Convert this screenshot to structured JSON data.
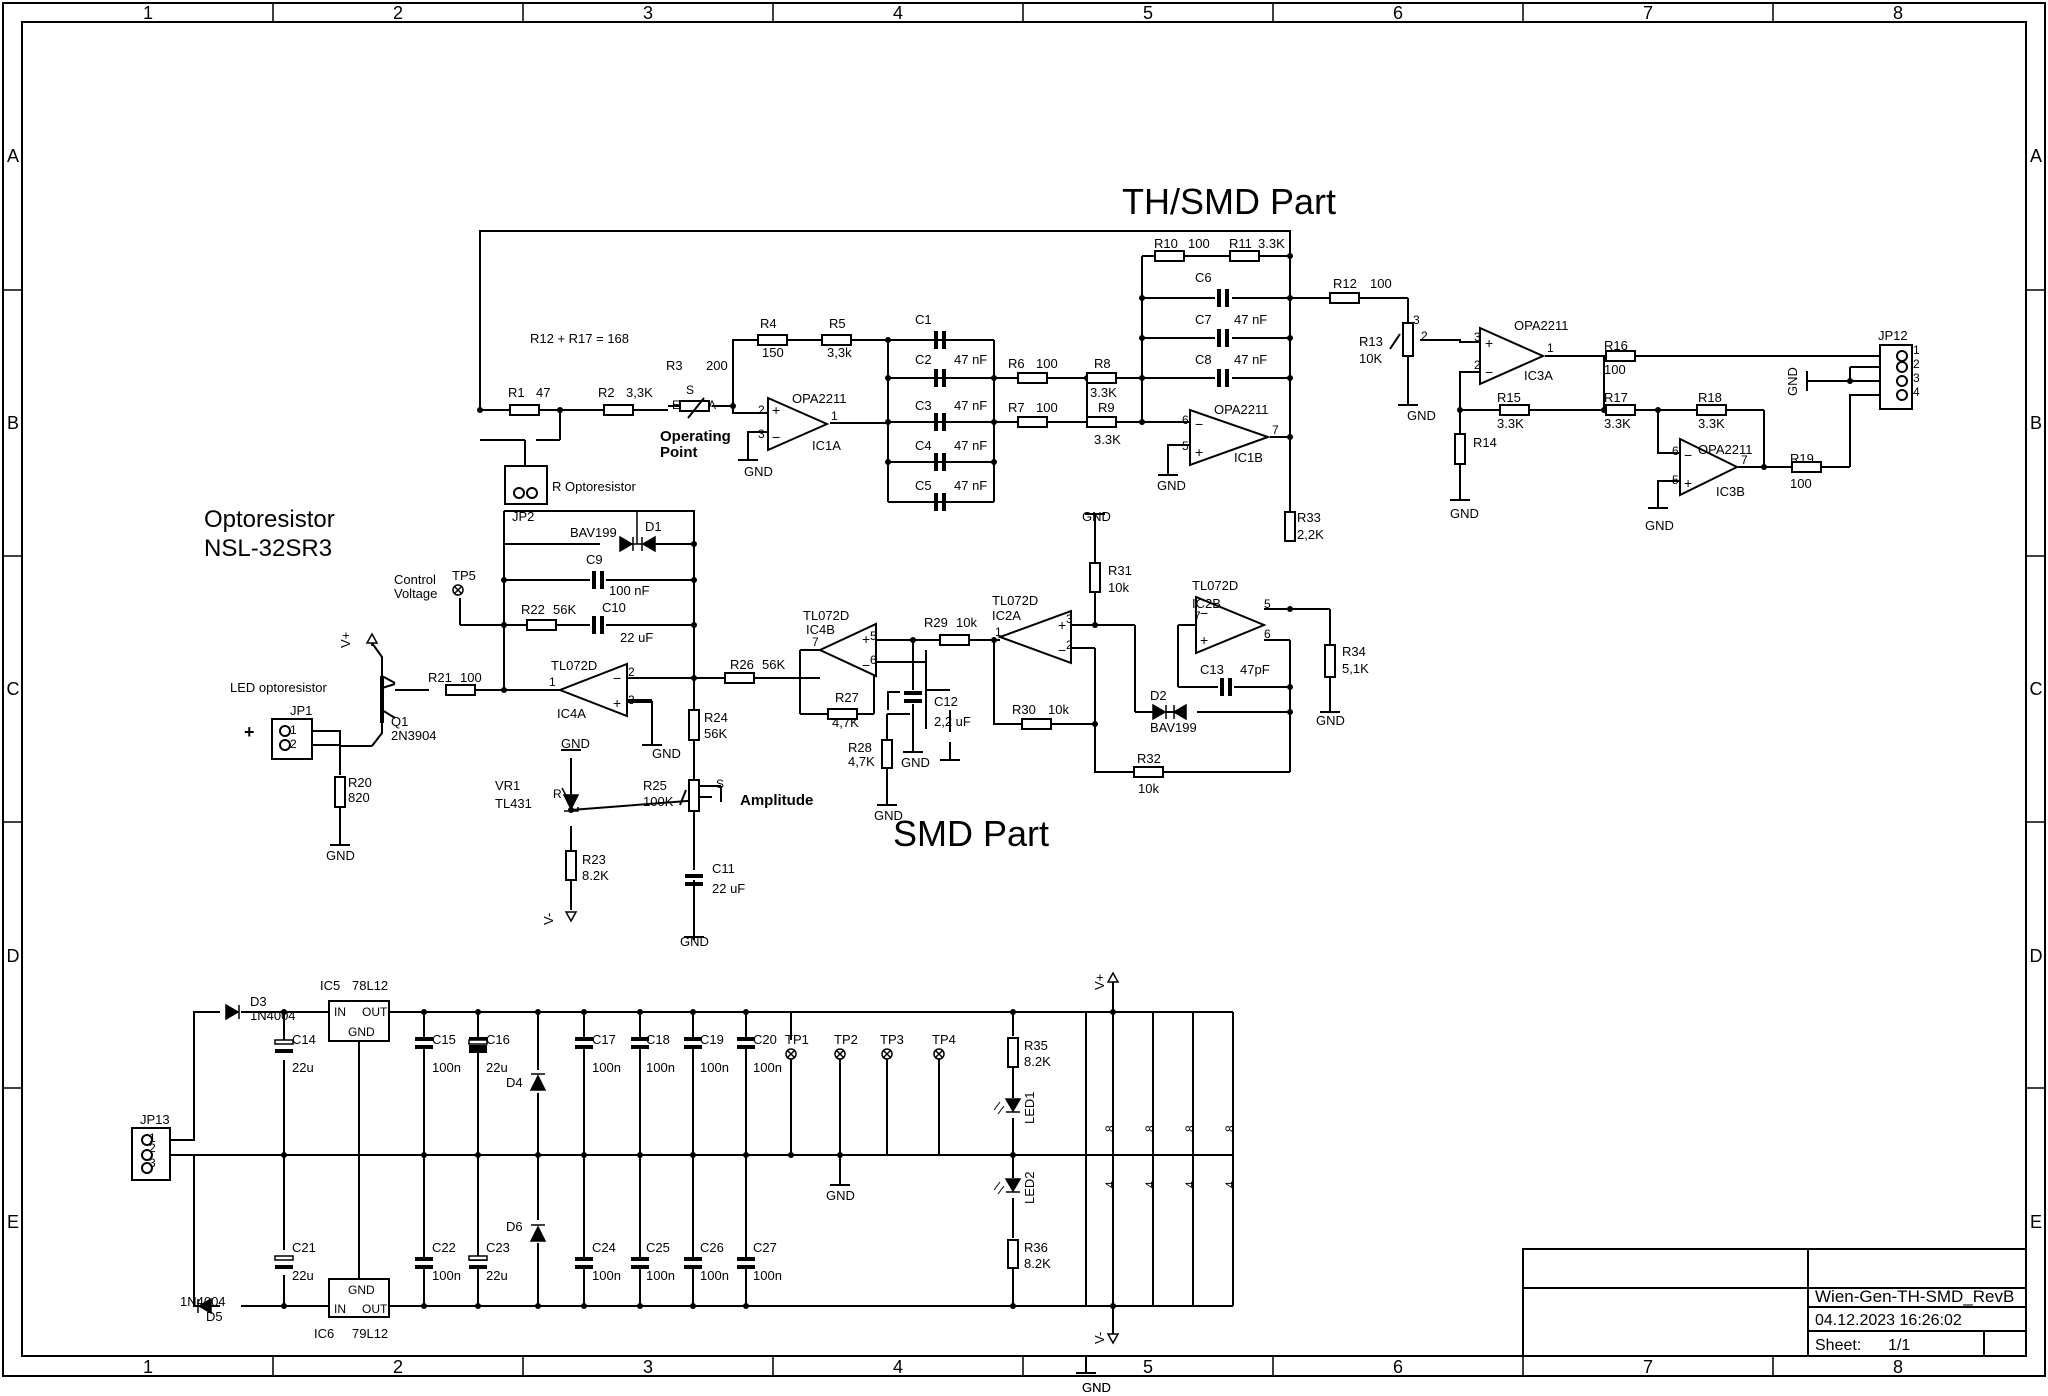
{
  "frame": {
    "columns": [
      "1",
      "2",
      "3",
      "4",
      "5",
      "6",
      "7",
      "8"
    ],
    "rows": [
      "A",
      "B",
      "C",
      "D",
      "E"
    ]
  },
  "headings": {
    "th_smd": "TH/SMD Part",
    "smd": "SMD Part",
    "opto_line1": "Optoresistor",
    "opto_line2": "NSL-32SR3"
  },
  "notes": {
    "r12_r17": "R12 + R17 = 168",
    "operating_point_1": "Operating",
    "operating_point_2": "Point",
    "amplitude": "Amplitude",
    "control_voltage_1": "Control",
    "control_voltage_2": "Voltage",
    "led_optoresistor": "LED optoresistor",
    "r_optoresistor": "R Optoresistor",
    "plus": "+"
  },
  "title_block": {
    "name": "Wien-Gen-TH-SMD_RevB",
    "date": "04.12.2023 16:26:02",
    "sheet_label": "Sheet:",
    "sheet_value": "1/1"
  },
  "labels": {
    "R1": "R1",
    "R1v": "47",
    "R2": "R2",
    "R2v": "3,3K",
    "R3": "R3",
    "R3v": "200",
    "R4": "R4",
    "R4v": "150",
    "R5": "R5",
    "R5v": "3,3k",
    "R6": "R6",
    "R6v": "100",
    "R7": "R7",
    "R7v": "100",
    "R8": "R8",
    "R8v": "3.3K",
    "R9": "R9",
    "R9v": "3.3K",
    "R10": "R10",
    "R10v": "100",
    "R11": "R11",
    "R11v": "3.3K",
    "R12": "R12",
    "R12v": "100",
    "R13": "R13",
    "R13v": "10K",
    "R14": "R14",
    "R15": "R15",
    "R15v": "3.3K",
    "R16": "R16",
    "R16v": "100",
    "R17": "R17",
    "R17v": "3.3K",
    "R18": "R18",
    "R18v": "3.3K",
    "R19": "R19",
    "R19v": "100",
    "R20": "R20",
    "R20v": "820",
    "R21": "R21",
    "R21v": "100",
    "R22": "R22",
    "R22v": "56K",
    "R23": "R23",
    "R23v": "8.2K",
    "R24": "R24",
    "R24v": "56K",
    "R25": "R25",
    "R25v": "100K",
    "R26": "R26",
    "R26v": "56K",
    "R27": "R27",
    "R27v": "4,7K",
    "R28": "R28",
    "R28v": "4,7K",
    "R29": "R29",
    "R29v": "10k",
    "R30": "R30",
    "R30v": "10k",
    "R31": "R31",
    "R31v": "10k",
    "R32": "R32",
    "R32v": "10k",
    "R33": "R33",
    "R33v": "2,2K",
    "R34": "R34",
    "R34v": "5,1K",
    "R35": "R35",
    "R35v": "8.2K",
    "R36": "R36",
    "R36v": "8.2K",
    "C1": "C1",
    "C2": "C2",
    "C3": "C3",
    "C4": "C4",
    "C5": "C5",
    "C6": "C6",
    "C7": "C7",
    "C8": "C8",
    "c47nF": "47 nF",
    "C9": "C9",
    "C9v": "100 nF",
    "C10": "C10",
    "C10v": "22 uF",
    "C11": "C11",
    "C11v": "22 uF",
    "C12": "C12",
    "C12v": "2,2 uF",
    "C13": "C13",
    "C13v": "47pF",
    "C14": "C14",
    "C16": "C16",
    "C21": "C21",
    "C23": "C23",
    "c22u": "22u",
    "C15": "C15",
    "C17": "C17",
    "C18": "C18",
    "C19": "C19",
    "C20": "C20",
    "C22": "C22",
    "C24": "C24",
    "C25": "C25",
    "C26": "C26",
    "C27": "C27",
    "c100n": "100n",
    "IC1A": "IC1A",
    "IC1B": "IC1B",
    "IC3A": "IC3A",
    "IC3B": "IC3B",
    "OPA2211": "OPA2211",
    "IC4A": "IC4A",
    "IC4B": "IC4B",
    "IC2A": "IC2A",
    "IC2B": "IC2B",
    "TL072D": "TL072D",
    "IC5": "IC5",
    "IC5v": "78L12",
    "IC6": "IC6",
    "IC6v": "79L12",
    "D1": "D1",
    "D2": "D2",
    "BAV199": "BAV199",
    "D3": "D3",
    "D5": "D5",
    "d1n4004": "1N4004",
    "D4": "D4",
    "D6": "D6",
    "LED1": "LED1",
    "LED2": "LED2",
    "Q1": "Q1",
    "Q1v": "2N3904",
    "VR1": "VR1",
    "VR1v": "TL431",
    "JP1": "JP1",
    "JP2": "JP2",
    "JP12": "JP12",
    "JP13": "JP13",
    "TP1": "TP1",
    "TP2": "TP2",
    "TP3": "TP3",
    "TP4": "TP4",
    "TP5": "TP5",
    "GND": "GND",
    "Vp": "V+",
    "Vm": "V-",
    "pin1": "1",
    "pin2": "2",
    "pin3": "3",
    "pin4": "4",
    "pin5": "5",
    "pin6": "6",
    "pin7": "7",
    "pin8": "8",
    "pinS": "S",
    "pinE": "E",
    "pinA": "A",
    "pinR": "R"
  }
}
